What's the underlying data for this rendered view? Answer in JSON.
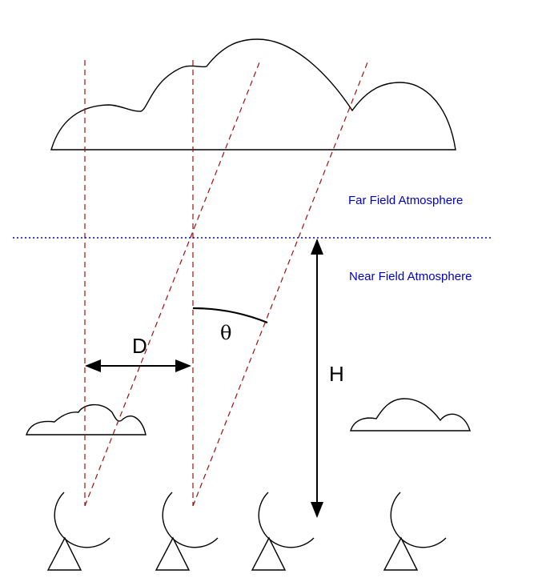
{
  "labels": {
    "far_field": "Far Field Atmosphere",
    "near_field": "Near Field Atmosphere",
    "distance": "D",
    "angle": "θ",
    "height": "H"
  },
  "colors": {
    "rays": "#a01010",
    "boundary": "#0000cc",
    "ink": "#000000"
  },
  "antenna_count": 4
}
